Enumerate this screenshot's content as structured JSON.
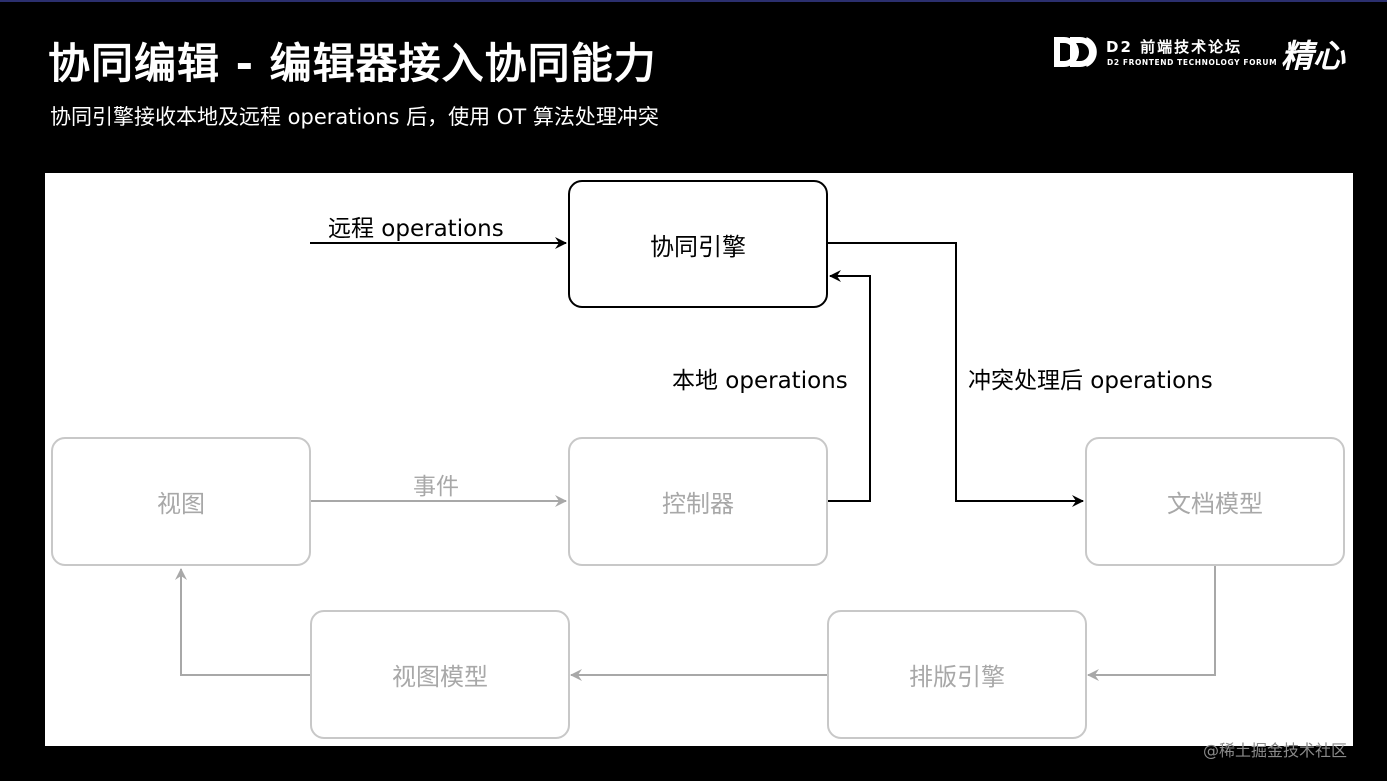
{
  "header": {
    "title": "协同编辑 - 编辑器接入协同能力",
    "subtitle": "协同引擎接收本地及远程 operations 后，使用 OT 算法处理冲突"
  },
  "branding": {
    "d2_logo_icon": "d2-logo-icon",
    "d2_name": "D2 前端技术论坛",
    "d2_subname": "D2 FRONTEND TECHNOLOGY FORUM",
    "jingxin": "精心"
  },
  "diagram": {
    "nodes": {
      "collab_engine": "协同引擎",
      "view": "视图",
      "controller": "控制器",
      "doc_model": "文档模型",
      "view_model": "视图模型",
      "layout_engine": "排版引擎"
    },
    "edges": {
      "remote_ops": "远程 operations",
      "local_ops": "本地 operations",
      "resolved_ops": "冲突处理后 operations",
      "event": "事件"
    }
  },
  "colors": {
    "background": "#000000",
    "canvas": "#ffffff",
    "active": "#000000",
    "faded": "#a8a8a8"
  },
  "watermark": "@稀土掘金技术社区"
}
